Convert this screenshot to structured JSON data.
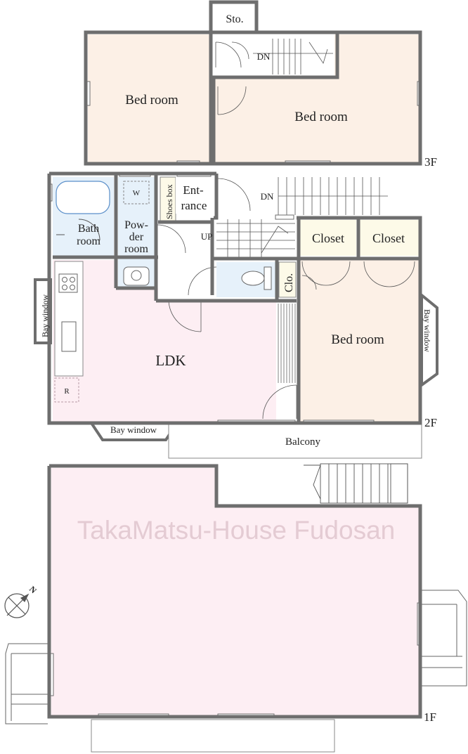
{
  "colors": {
    "wall": "#6e6e6e",
    "bedroom": "#fcf0e6",
    "ldk": "#fdeef3",
    "first_floor": "#fdeef3",
    "wet_area": "#e6f1fa",
    "closet": "#fdfae8",
    "white": "#ffffff",
    "watermark": "#e4cbd3"
  },
  "floor3": {
    "storage": "Sto.",
    "bedroom_west": "Bed room",
    "bedroom_east": "Bed room",
    "stairs_down": "DN",
    "floor_label": "3F"
  },
  "floor2": {
    "bath_line1": "Bath",
    "bath_line2": "room",
    "powder_line1": "Pow-",
    "powder_line2": "der",
    "powder_line3": "room",
    "washer_mark": "W",
    "shoes_box": "Shoes box",
    "entrance_line1": "Ent-",
    "entrance_line2": "rance",
    "stairs_down": "DN",
    "stairs_up": "UP",
    "closet_west": "Closet",
    "closet_east": "Closet",
    "clo": "Clo.",
    "ldk": "LDK",
    "bay_window_west": "Bay window",
    "bay_window_south": "Bay window",
    "bay_window_east": "Bay window",
    "bedroom": "Bed room",
    "fridge_mark": "R",
    "balcony": "Balcony",
    "floor_label": "2F"
  },
  "floor1": {
    "watermark": "TakaMatsu-House Fudosan",
    "north_letter": "N",
    "floor_label": "1F"
  }
}
